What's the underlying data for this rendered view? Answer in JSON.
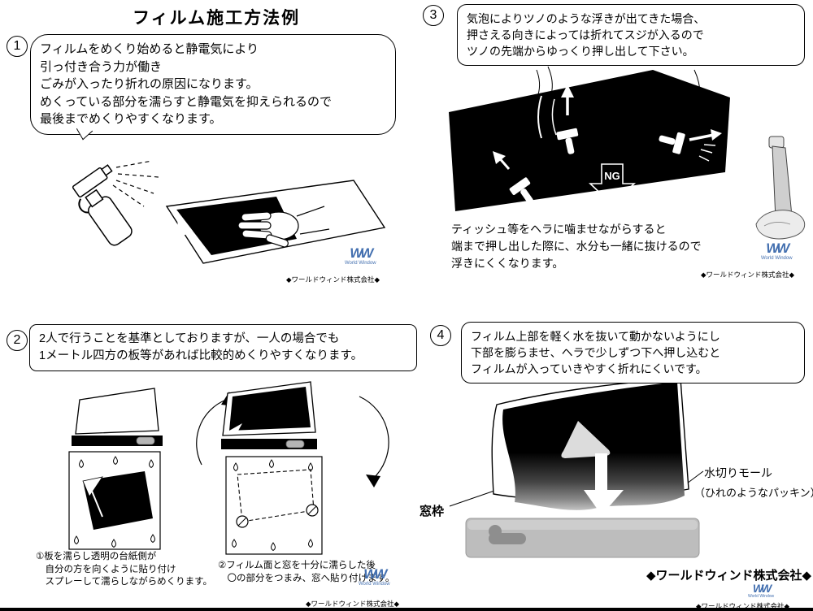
{
  "title": "フィルム施工方法例",
  "logo": {
    "monogram": "WW",
    "subtext": "World Window",
    "company": "◆ワールドウィンド株式会社◆"
  },
  "step1": {
    "number": "1",
    "bubble": "フィルムをめくり始めると静電気により\n引っ付き合う力が働き\nごみが入ったり折れの原因になります。\nめくっている部分を濡らすと静電気を抑えられるので\n最後までめくりやすくなります。"
  },
  "step2": {
    "number": "2",
    "box": "2人で行うことを基準としておりますが、一人の場合でも\n1メートル四方の板等があれば比較的めくりやすくなります。",
    "caption_a": "①板を濡らし透明の台紙側が\n　自分の方を向くように貼り付け\n　スプレーして濡らしながらめくります。",
    "caption_b": "②フィルム面と窓を十分に濡らした後\n　〇の部分をつまみ、窓へ貼り付けます。"
  },
  "step3": {
    "number": "3",
    "box": "気泡によりツノのような浮きが出てきた場合、\n押さえる向きによっては折れてスジが入るので\nツノの先端からゆっくり押し出して下さい。",
    "note": "ティッシュ等をヘラに噛ませながらすると\n端まで押し出した際に、水分も一緒に抜けるので\n浮きにくくなります。",
    "ng_label": "NG"
  },
  "step4": {
    "number": "4",
    "box": "フィルム上部を軽く水を抜いて動かないようにし\n下部を膨らませ、ヘラで少しずつ下へ押し込むと\nフィルムが入っていきやすく折れにくいです。",
    "label_window_frame": "窓枠",
    "label_molding": "水切りモール",
    "label_molding_sub": "（ひれのようなパッキン）",
    "company_bold": "◆ワールドウィンド株式会社◆"
  }
}
